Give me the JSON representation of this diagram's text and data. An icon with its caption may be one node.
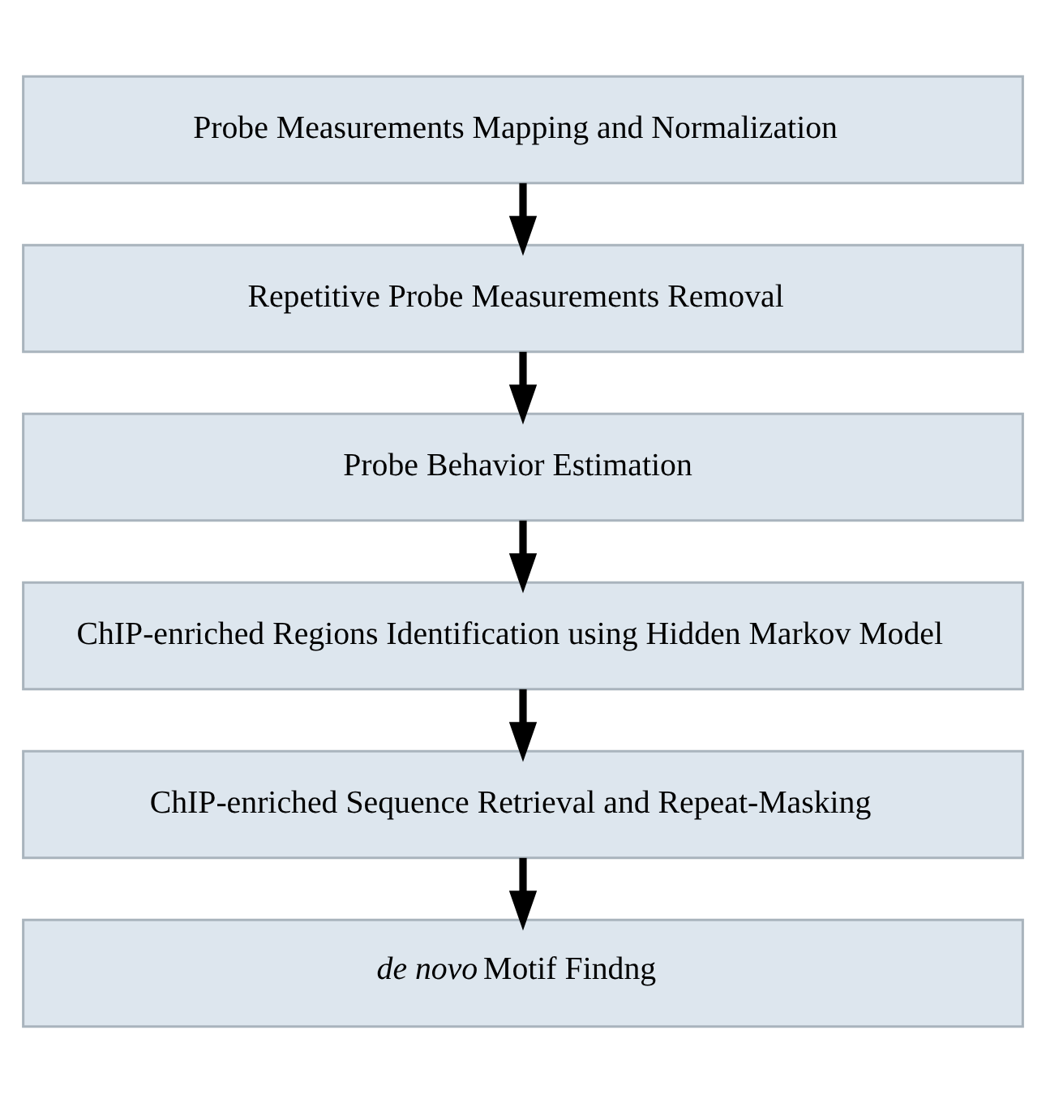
{
  "diagram": {
    "nodes": [
      {
        "text": [
          "Probe Measurements Mapping and Normalization"
        ]
      },
      {
        "text": [
          "Repetitive Probe Measurements Removal"
        ]
      },
      {
        "text": [
          "Probe Behavior Estimation"
        ]
      },
      {
        "text": [
          "ChIP-enriched Regions Identification using Hidden Markov Model"
        ]
      },
      {
        "text": [
          "ChIP-enriched Sequence Retrieval and Repeat-Masking"
        ]
      },
      {
        "text": [
          "*de novo* Motif Findng"
        ]
      }
    ],
    "edges": [
      {
        "from": 0,
        "to": 1,
        "arrow": "to"
      },
      {
        "from": 1,
        "to": 2,
        "arrow": "to"
      },
      {
        "from": 2,
        "to": 3,
        "arrow": "to"
      },
      {
        "from": 3,
        "to": 4,
        "arrow": "to"
      },
      {
        "from": 4,
        "to": 5,
        "arrow": "to"
      }
    ]
  }
}
